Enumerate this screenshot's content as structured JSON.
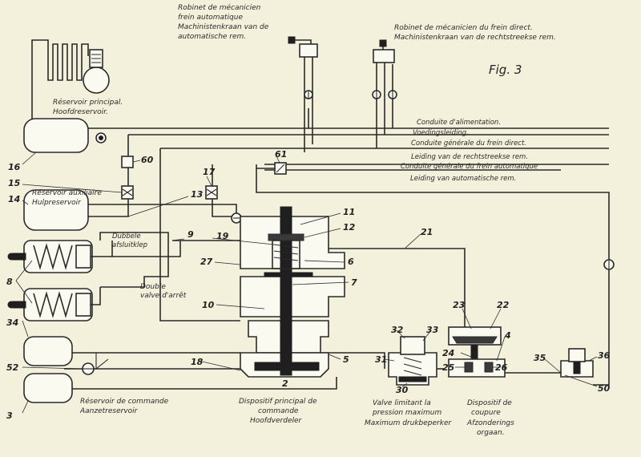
{
  "figure": {
    "label": "Fig. 3"
  },
  "labels": {
    "top_left_1": "Robinet de mécanicien",
    "top_left_2": "frein automatique",
    "top_left_3": "Machinistenkraan van de",
    "top_left_4": "automatische rem.",
    "top_right_1": "Robinet de mécanicien du frein direct.",
    "top_right_2": "Machinistenkraan van de rechtstreekse rem.",
    "main_res_1": "Réservoir principal.",
    "main_res_2": "Hoofdreservoir.",
    "aux_res_1": "Réservoir auxiliaire",
    "aux_res_2": "Hulpreservoir",
    "pipe_1": "Conduite d'alimentation.",
    "pipe_2": "Voedingsleiding.",
    "pipe_3": "Conduite générale du frein direct.",
    "pipe_4": "Leiding van de rechtstreekse rem.",
    "pipe_5": "Conduite générale du frein automatique",
    "pipe_6": "Leiding van automatische rem.",
    "double_valve_nl_1": "Dubbele",
    "double_valve_nl_2": "afsluitklep",
    "double_valve_fr_1": "Double",
    "double_valve_fr_2": "valve d'arrêt",
    "cmd_res_1": "Réservoir de commande",
    "cmd_res_2": "Aanzetreservoir",
    "distributor_1": "Dispositif principal de",
    "distributor_2": "commande",
    "distributor_3": "Hoofdverdeler",
    "limiter_1": "Valve limitant la",
    "limiter_2": "pression maximum",
    "limiter_3": "Maximum drukbeperker",
    "cutoff_1": "Dispositif de",
    "cutoff_2": "coupure",
    "cutoff_3": "Afzonderings",
    "cutoff_4": "orgaan."
  },
  "numbers": {
    "n16": "16",
    "n15": "15",
    "n14": "14",
    "n60": "60",
    "n17": "17",
    "n13": "13",
    "n61": "61",
    "n11": "11",
    "n12": "12",
    "n19": "19",
    "n9": "9",
    "n21": "21",
    "n27": "27",
    "n6": "6",
    "n7": "7",
    "n8": "8",
    "n10": "10",
    "n34": "34",
    "n52": "52",
    "n3": "3",
    "n18": "18",
    "n2": "2",
    "n5": "5",
    "n32": "32",
    "n33": "33",
    "n31": "31",
    "n30": "30",
    "n23": "23",
    "n22": "22",
    "n4": "4",
    "n24": "24",
    "n25": "25",
    "n26": "26",
    "n35": "35",
    "n36": "36",
    "n50": "50"
  }
}
